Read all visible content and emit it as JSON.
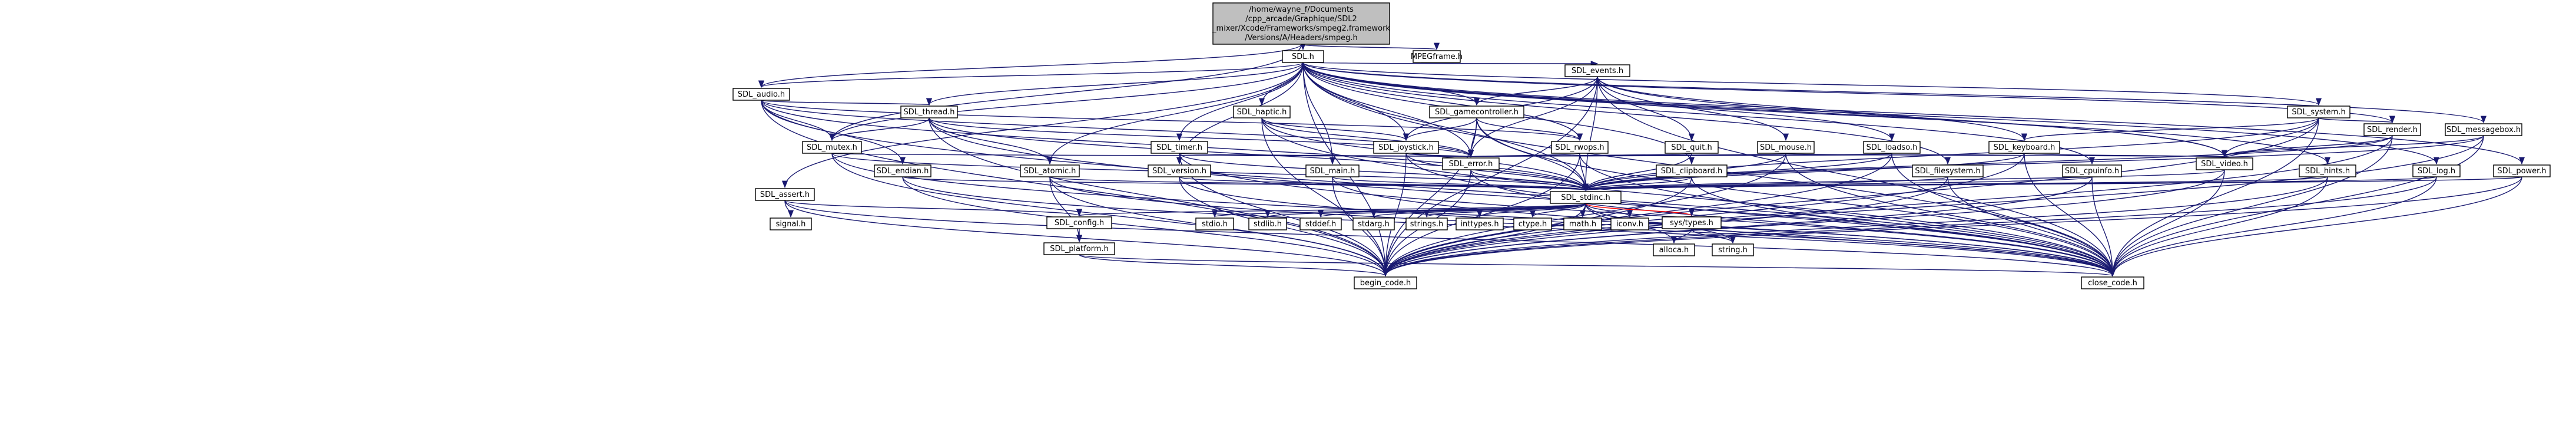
{
  "colors": {
    "edge": "#191970",
    "edge_red": "#ff0000",
    "node_fill": "#ffffff",
    "root_fill": "#bfbfbf",
    "link_border": "#ff0000",
    "text": "#000000",
    "background": "#ffffff"
  },
  "graph": {
    "nodes": [
      {
        "id": "root",
        "label": "/home/wayne_f/Documents\n/cpp_arcade/Graphique/SDL2\n_mixer/Xcode/Frameworks/smpeg2.framework\n/Versions/A/Headers/smpeg.h",
        "root": true
      },
      {
        "id": "sdl",
        "label": "SDL.h"
      },
      {
        "id": "mpeg",
        "label": "MPEGframe.h"
      },
      {
        "id": "events",
        "label": "SDL_events.h",
        "red": true
      },
      {
        "id": "audio",
        "label": "SDL_audio.h"
      },
      {
        "id": "thread",
        "label": "SDL_thread.h"
      },
      {
        "id": "haptic",
        "label": "SDL_haptic.h"
      },
      {
        "id": "gamectrl",
        "label": "SDL_gamecontroller.h"
      },
      {
        "id": "system",
        "label": "SDL_system.h"
      },
      {
        "id": "render",
        "label": "SDL_render.h",
        "red": true
      },
      {
        "id": "msgbox",
        "label": "SDL_messagebox.h"
      },
      {
        "id": "mutex",
        "label": "SDL_mutex.h"
      },
      {
        "id": "joystick",
        "label": "SDL_joystick.h"
      },
      {
        "id": "rwops",
        "label": "SDL_rwops.h"
      },
      {
        "id": "quit",
        "label": "SDL_quit.h"
      },
      {
        "id": "mouse",
        "label": "SDL_mouse.h"
      },
      {
        "id": "loadso",
        "label": "SDL_loadso.h"
      },
      {
        "id": "keyboard",
        "label": "SDL_keyboard.h",
        "red": true
      },
      {
        "id": "timer",
        "label": "SDL_timer.h"
      },
      {
        "id": "error",
        "label": "SDL_error.h"
      },
      {
        "id": "video",
        "label": "SDL_video.h",
        "red": true
      },
      {
        "id": "endian",
        "label": "SDL_endian.h"
      },
      {
        "id": "atomic",
        "label": "SDL_atomic.h"
      },
      {
        "id": "version",
        "label": "SDL_version.h"
      },
      {
        "id": "main",
        "label": "SDL_main.h"
      },
      {
        "id": "clipboard",
        "label": "SDL_clipboard.h"
      },
      {
        "id": "filesystem",
        "label": "SDL_filesystem.h"
      },
      {
        "id": "cpuinfo",
        "label": "SDL_cpuinfo.h"
      },
      {
        "id": "hints",
        "label": "SDL_hints.h"
      },
      {
        "id": "log",
        "label": "SDL_log.h"
      },
      {
        "id": "power",
        "label": "SDL_power.h"
      },
      {
        "id": "assert",
        "label": "SDL_assert.h"
      },
      {
        "id": "stdinc",
        "label": "SDL_stdinc.h"
      },
      {
        "id": "signal",
        "label": "signal.h",
        "plain": true
      },
      {
        "id": "config",
        "label": "SDL_config.h"
      },
      {
        "id": "platform",
        "label": "SDL_platform.h"
      },
      {
        "id": "stdio",
        "label": "stdio.h",
        "plain": true
      },
      {
        "id": "stdlib",
        "label": "stdlib.h",
        "plain": true
      },
      {
        "id": "stddef",
        "label": "stddef.h",
        "plain": true
      },
      {
        "id": "stdarg",
        "label": "stdarg.h",
        "plain": true
      },
      {
        "id": "strings",
        "label": "strings.h",
        "plain": true
      },
      {
        "id": "inttypes",
        "label": "inttypes.h",
        "plain": true
      },
      {
        "id": "ctype",
        "label": "ctype.h",
        "plain": true
      },
      {
        "id": "math",
        "label": "math.h",
        "plain": true
      },
      {
        "id": "iconv",
        "label": "iconv.h",
        "plain": true
      },
      {
        "id": "systypes",
        "label": "sys/types.h",
        "red": true
      },
      {
        "id": "alloca",
        "label": "alloca.h",
        "plain": true
      },
      {
        "id": "string",
        "label": "string.h",
        "plain": true
      },
      {
        "id": "begin",
        "label": "begin_code.h"
      },
      {
        "id": "close",
        "label": "close_code.h"
      }
    ],
    "edges": [
      [
        "root",
        "sdl"
      ],
      [
        "root",
        "mpeg"
      ],
      [
        "root",
        "audio"
      ],
      [
        "root",
        "mutex"
      ],
      [
        "sdl",
        "events"
      ],
      [
        "sdl",
        "audio"
      ],
      [
        "sdl",
        "thread"
      ],
      [
        "sdl",
        "haptic"
      ],
      [
        "sdl",
        "gamectrl"
      ],
      [
        "sdl",
        "system"
      ],
      [
        "sdl",
        "render"
      ],
      [
        "sdl",
        "msgbox"
      ],
      [
        "sdl",
        "mutex"
      ],
      [
        "sdl",
        "joystick"
      ],
      [
        "sdl",
        "rwops"
      ],
      [
        "sdl",
        "loadso"
      ],
      [
        "sdl",
        "timer"
      ],
      [
        "sdl",
        "error"
      ],
      [
        "sdl",
        "video"
      ],
      [
        "sdl",
        "atomic"
      ],
      [
        "sdl",
        "version"
      ],
      [
        "sdl",
        "main"
      ],
      [
        "sdl",
        "clipboard"
      ],
      [
        "sdl",
        "filesystem"
      ],
      [
        "sdl",
        "cpuinfo"
      ],
      [
        "sdl",
        "hints"
      ],
      [
        "sdl",
        "log"
      ],
      [
        "sdl",
        "power"
      ],
      [
        "sdl",
        "assert"
      ],
      [
        "sdl",
        "stdinc"
      ],
      [
        "sdl",
        "begin"
      ],
      [
        "sdl",
        "close"
      ],
      [
        "events",
        "gamectrl"
      ],
      [
        "events",
        "quit"
      ],
      [
        "events",
        "mouse"
      ],
      [
        "events",
        "keyboard"
      ],
      [
        "events",
        "joystick"
      ],
      [
        "events",
        "video"
      ],
      [
        "events",
        "error"
      ],
      [
        "events",
        "stdinc"
      ],
      [
        "events",
        "begin"
      ],
      [
        "events",
        "close"
      ],
      [
        "audio",
        "thread"
      ],
      [
        "audio",
        "rwops"
      ],
      [
        "audio",
        "mutex"
      ],
      [
        "audio",
        "endian"
      ],
      [
        "audio",
        "error"
      ],
      [
        "audio",
        "stdinc"
      ],
      [
        "audio",
        "begin"
      ],
      [
        "audio",
        "close"
      ],
      [
        "thread",
        "mutex"
      ],
      [
        "thread",
        "atomic"
      ],
      [
        "thread",
        "error"
      ],
      [
        "thread",
        "stdinc"
      ],
      [
        "thread",
        "begin"
      ],
      [
        "thread",
        "close"
      ],
      [
        "haptic",
        "joystick"
      ],
      [
        "haptic",
        "error"
      ],
      [
        "haptic",
        "stdinc"
      ],
      [
        "haptic",
        "begin"
      ],
      [
        "haptic",
        "close"
      ],
      [
        "gamectrl",
        "joystick"
      ],
      [
        "gamectrl",
        "rwops"
      ],
      [
        "gamectrl",
        "error"
      ],
      [
        "gamectrl",
        "stdinc"
      ],
      [
        "gamectrl",
        "begin"
      ],
      [
        "gamectrl",
        "close"
      ],
      [
        "system",
        "render"
      ],
      [
        "system",
        "keyboard"
      ],
      [
        "system",
        "video"
      ],
      [
        "system",
        "stdinc"
      ],
      [
        "system",
        "begin"
      ],
      [
        "system",
        "close"
      ],
      [
        "render",
        "video"
      ],
      [
        "render",
        "stdinc"
      ],
      [
        "render",
        "begin"
      ],
      [
        "render",
        "close"
      ],
      [
        "msgbox",
        "video"
      ],
      [
        "msgbox",
        "stdinc"
      ],
      [
        "msgbox",
        "begin"
      ],
      [
        "msgbox",
        "close"
      ],
      [
        "mutex",
        "error"
      ],
      [
        "mutex",
        "stdinc"
      ],
      [
        "mutex",
        "begin"
      ],
      [
        "mutex",
        "close"
      ],
      [
        "joystick",
        "error"
      ],
      [
        "joystick",
        "stdinc"
      ],
      [
        "joystick",
        "begin"
      ],
      [
        "joystick",
        "close"
      ],
      [
        "rwops",
        "error"
      ],
      [
        "rwops",
        "stdinc"
      ],
      [
        "rwops",
        "begin"
      ],
      [
        "rwops",
        "close"
      ],
      [
        "quit",
        "error"
      ],
      [
        "quit",
        "stdinc"
      ],
      [
        "mouse",
        "error"
      ],
      [
        "mouse",
        "video"
      ],
      [
        "mouse",
        "stdinc"
      ],
      [
        "mouse",
        "begin"
      ],
      [
        "mouse",
        "close"
      ],
      [
        "loadso",
        "error"
      ],
      [
        "loadso",
        "stdinc"
      ],
      [
        "loadso",
        "begin"
      ],
      [
        "loadso",
        "close"
      ],
      [
        "keyboard",
        "error"
      ],
      [
        "keyboard",
        "video"
      ],
      [
        "keyboard",
        "stdinc"
      ],
      [
        "keyboard",
        "begin"
      ],
      [
        "keyboard",
        "close"
      ],
      [
        "timer",
        "error"
      ],
      [
        "timer",
        "stdinc"
      ],
      [
        "timer",
        "begin"
      ],
      [
        "timer",
        "close"
      ],
      [
        "error",
        "stdinc"
      ],
      [
        "error",
        "begin"
      ],
      [
        "error",
        "close"
      ],
      [
        "video",
        "stdinc"
      ],
      [
        "video",
        "begin"
      ],
      [
        "video",
        "close"
      ],
      [
        "endian",
        "stdinc"
      ],
      [
        "endian",
        "begin"
      ],
      [
        "endian",
        "close"
      ],
      [
        "atomic",
        "platform"
      ],
      [
        "atomic",
        "stdinc"
      ],
      [
        "atomic",
        "begin"
      ],
      [
        "atomic",
        "close"
      ],
      [
        "version",
        "stdinc"
      ],
      [
        "version",
        "begin"
      ],
      [
        "version",
        "close"
      ],
      [
        "main",
        "stdinc"
      ],
      [
        "main",
        "begin"
      ],
      [
        "main",
        "close"
      ],
      [
        "clipboard",
        "stdinc"
      ],
      [
        "clipboard",
        "begin"
      ],
      [
        "clipboard",
        "close"
      ],
      [
        "filesystem",
        "stdinc"
      ],
      [
        "filesystem",
        "begin"
      ],
      [
        "filesystem",
        "close"
      ],
      [
        "cpuinfo",
        "stdinc"
      ],
      [
        "cpuinfo",
        "begin"
      ],
      [
        "cpuinfo",
        "close"
      ],
      [
        "hints",
        "stdinc"
      ],
      [
        "hints",
        "begin"
      ],
      [
        "hints",
        "close"
      ],
      [
        "log",
        "stdinc"
      ],
      [
        "log",
        "begin"
      ],
      [
        "log",
        "close"
      ],
      [
        "power",
        "stdinc"
      ],
      [
        "power",
        "begin"
      ],
      [
        "power",
        "close"
      ],
      [
        "assert",
        "config"
      ],
      [
        "assert",
        "signal"
      ],
      [
        "assert",
        "begin"
      ],
      [
        "assert",
        "close"
      ],
      [
        "stdinc",
        "config"
      ],
      [
        "stdinc",
        "stdio"
      ],
      [
        "stdinc",
        "stdlib"
      ],
      [
        "stdinc",
        "stddef"
      ],
      [
        "stdinc",
        "stdarg"
      ],
      [
        "stdinc",
        "strings"
      ],
      [
        "stdinc",
        "inttypes"
      ],
      [
        "stdinc",
        "ctype"
      ],
      [
        "stdinc",
        "math"
      ],
      [
        "stdinc",
        "iconv"
      ],
      [
        "stdinc",
        "systypes"
      ],
      [
        "stdinc",
        "alloca"
      ],
      [
        "stdinc",
        "string"
      ],
      [
        "stdinc",
        "begin"
      ],
      [
        "stdinc",
        "close"
      ],
      [
        "config",
        "platform"
      ],
      [
        "platform",
        "begin"
      ],
      [
        "platform",
        "close"
      ],
      [
        "systypes",
        "alloca"
      ],
      [
        "systypes",
        "string"
      ]
    ]
  }
}
